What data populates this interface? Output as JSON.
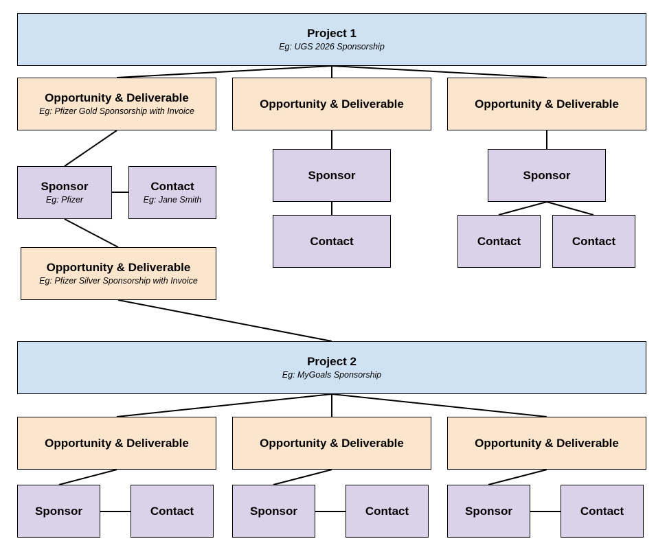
{
  "project1": {
    "title": "Project 1",
    "subtitle": "Eg: UGS 2026 Sponsorship"
  },
  "project2": {
    "title": "Project 2",
    "subtitle": "Eg: MyGoals Sponsorship"
  },
  "opp_1a": {
    "title": "Opportunity & Deliverable",
    "subtitle": "Eg: Pfizer Gold Sponsorship with Invoice"
  },
  "opp_1b": {
    "title": "Opportunity & Deliverable",
    "subtitle": ""
  },
  "opp_1c": {
    "title": "Opportunity & Deliverable",
    "subtitle": ""
  },
  "sponsor_1a": {
    "title": "Sponsor",
    "subtitle": "Eg: Pfizer"
  },
  "contact_1a": {
    "title": "Contact",
    "subtitle": "Eg: Jane Smith"
  },
  "opp_1a2": {
    "title": "Opportunity & Deliverable",
    "subtitle": "Eg: Pfizer Silver Sponsorship with Invoice"
  },
  "sponsor_1b": {
    "title": "Sponsor",
    "subtitle": ""
  },
  "contact_1b": {
    "title": "Contact",
    "subtitle": ""
  },
  "sponsor_1c": {
    "title": "Sponsor",
    "subtitle": ""
  },
  "contact_1c1": {
    "title": "Contact",
    "subtitle": ""
  },
  "contact_1c2": {
    "title": "Contact",
    "subtitle": ""
  },
  "opp_2a": {
    "title": "Opportunity & Deliverable",
    "subtitle": ""
  },
  "opp_2b": {
    "title": "Opportunity & Deliverable",
    "subtitle": ""
  },
  "opp_2c": {
    "title": "Opportunity & Deliverable",
    "subtitle": ""
  },
  "sponsor_2a": {
    "title": "Sponsor",
    "subtitle": ""
  },
  "contact_2a": {
    "title": "Contact",
    "subtitle": ""
  },
  "sponsor_2b": {
    "title": "Sponsor",
    "subtitle": ""
  },
  "contact_2b": {
    "title": "Contact",
    "subtitle": ""
  },
  "sponsor_2c": {
    "title": "Sponsor",
    "subtitle": ""
  },
  "contact_2c": {
    "title": "Contact",
    "subtitle": ""
  },
  "colors": {
    "project": "#cfe2f3",
    "opportunity": "#fce5cd",
    "sponsor_contact": "#d9d2e9",
    "border": "#000000",
    "connector": "#000000"
  }
}
